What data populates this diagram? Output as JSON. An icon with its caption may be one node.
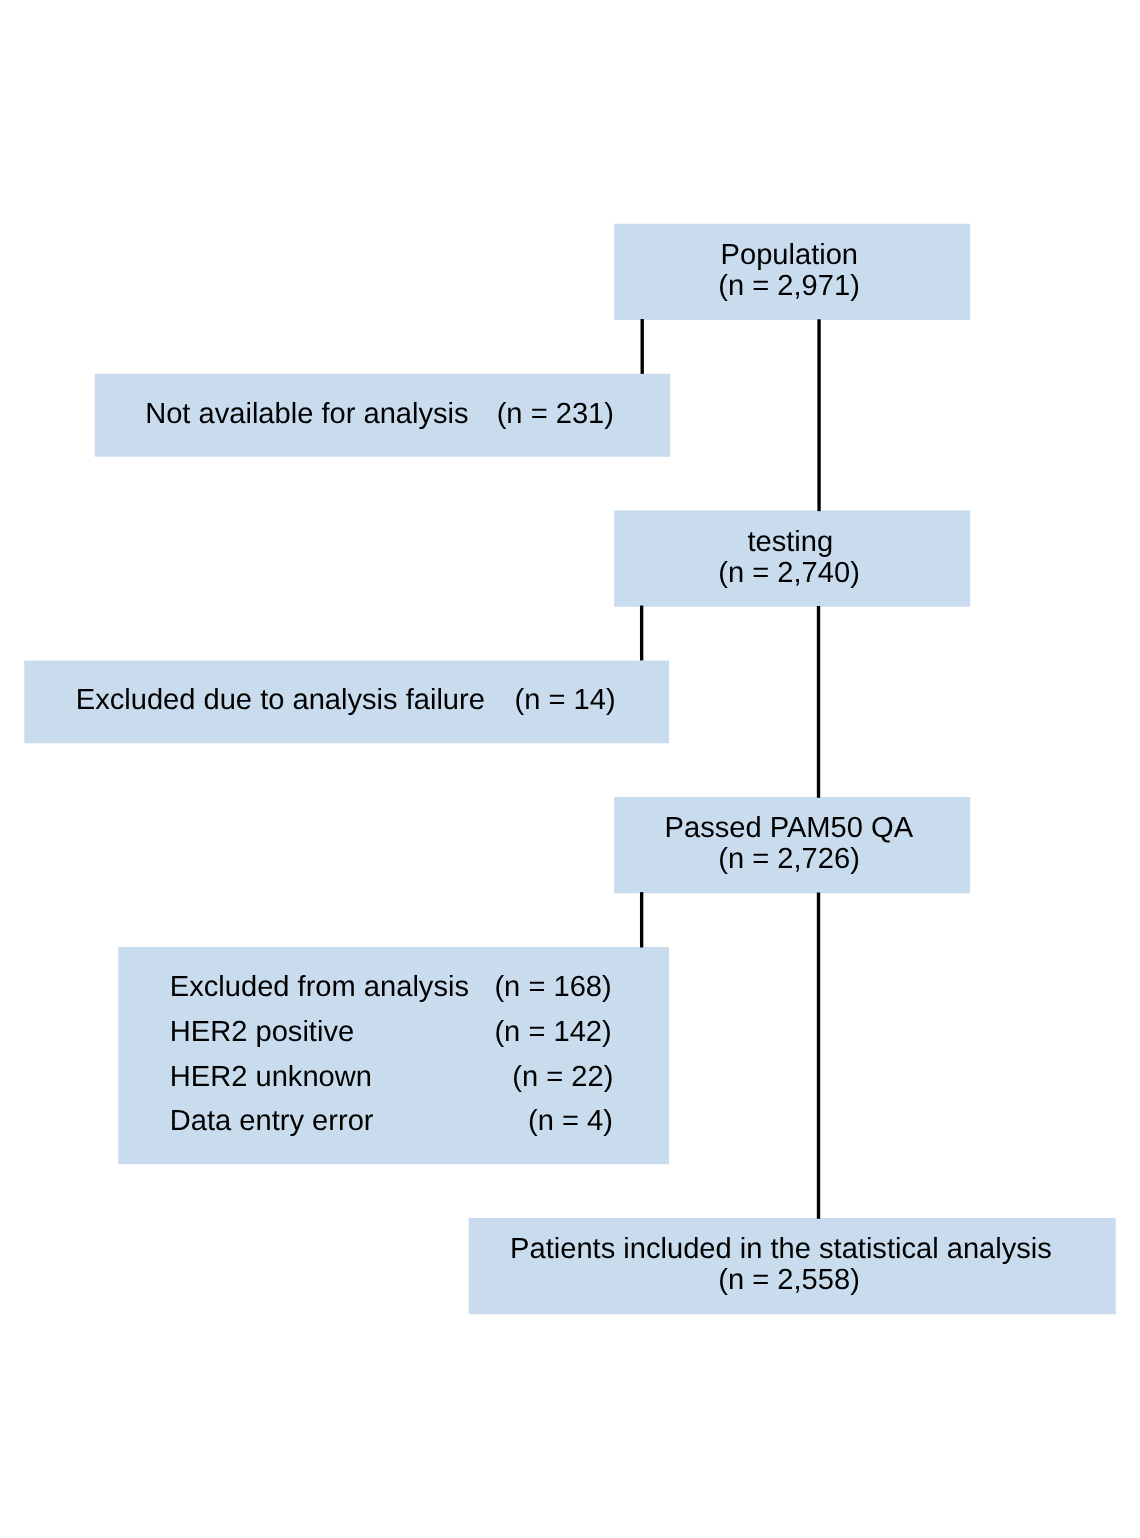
{
  "diagram": {
    "nodes": [
      {
        "text": [
          "Population",
          "(n = 2,971)"
        ]
      },
      {
        "text": [
          "Not available for analysis",
          "(n = 231)"
        ]
      },
      {
        "text": [
          "testing",
          "(n = 2,740)"
        ]
      },
      {
        "text": [
          "Excluded due to analysis failure",
          "(n = 14)"
        ]
      },
      {
        "text": [
          "Passed PAM50 QA",
          "(n = 2,726)"
        ]
      },
      {
        "text": [
          "Excluded from analysis",
          "(n = 168)",
          "HER2 positive",
          "(n = 142)",
          "HER2 unknown",
          "(n = 22)",
          "Data entry error",
          "(n = 4)"
        ]
      },
      {
        "text": [
          "Patients included in the statistical analysis",
          "(n = 2,558)"
        ]
      }
    ],
    "edges": [
      {
        "from": 0,
        "to": 1,
        "arrow": "none"
      },
      {
        "from": 0,
        "to": 2,
        "arrow": "none"
      },
      {
        "from": 2,
        "to": 3,
        "arrow": "none"
      },
      {
        "from": 2,
        "to": 4,
        "arrow": "none"
      },
      {
        "from": 4,
        "to": 5,
        "arrow": "none"
      },
      {
        "from": 4,
        "to": 6,
        "arrow": "none"
      }
    ]
  }
}
